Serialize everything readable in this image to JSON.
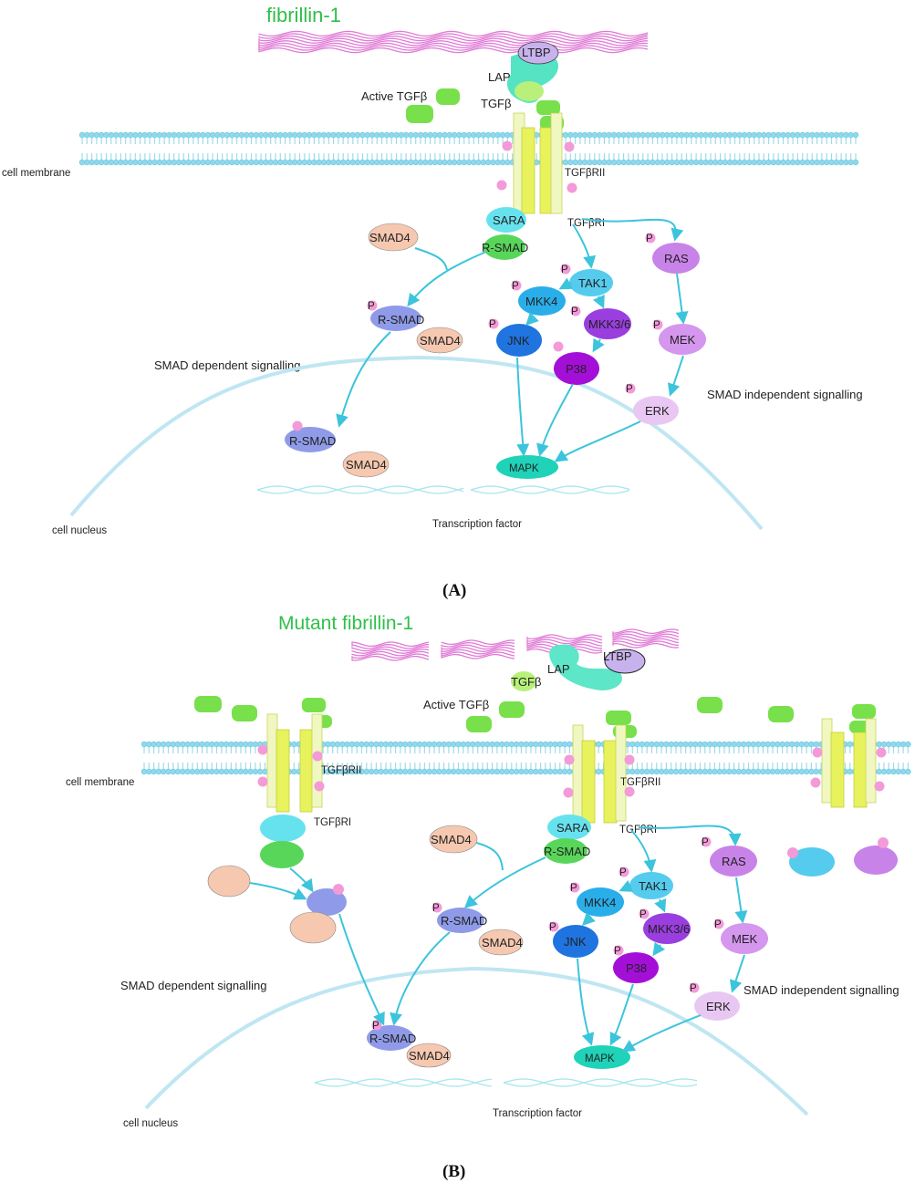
{
  "colors": {
    "membrane": "#8fd9ec",
    "arrow": "#3cc4dc",
    "fibrillin": "#e07ad6",
    "tgfb": "#7be04a",
    "receptor": "#eef57c",
    "title_green": "#2fbf4a"
  },
  "panelA": {
    "title": "fibrillin-1",
    "caption": "(A)",
    "labels": {
      "lap": "LAP",
      "ltbp": "LTBP",
      "tgfb": "TGFβ",
      "active_tgfb": "Active TGFβ",
      "cell_membrane": "cell membrane",
      "tgfbrii": "TGFβRII",
      "tgfbri": "TGFβRI",
      "sara": "SARA",
      "rsmad": "R-SMAD",
      "smad4": "SMAD4",
      "smad_dependent": "SMAD dependent signalling",
      "smad_independent": "SMAD independent signalling",
      "tak1": "TAK1",
      "mkk4": "MKK4",
      "mkk36": "MKK3/6",
      "jnk": "JNK",
      "p38": "P38",
      "ras": "RAS",
      "mek": "MEK",
      "erk": "ERK",
      "mapk": "MAPK",
      "p": "P",
      "cell_nucleus": "cell nucleus",
      "transcription_factor": "Transcription factor"
    }
  },
  "panelB": {
    "title": "Mutant fibrillin-1",
    "caption": "(B)",
    "labels": {
      "lap": "LAP",
      "ltbp": "LTBP",
      "tgfb": "TGFβ",
      "active_tgfb": "Active TGFβ",
      "cell_membrane": "cell membrane",
      "tgfbrii": "TGFβRII",
      "tgfbri": "TGFβRI",
      "sara": "SARA",
      "rsmad": "R-SMAD",
      "smad4": "SMAD4",
      "smad_dependent": "SMAD dependent signalling",
      "smad_independent": "SMAD independent signalling",
      "tak1": "TAK1",
      "mkk4": "MKK4",
      "mkk36": "MKK3/6",
      "jnk": "JNK",
      "p38": "P38",
      "ras": "RAS",
      "mek": "MEK",
      "erk": "ERK",
      "mapk": "MAPK",
      "p": "P",
      "cell_nucleus": "cell nucleus",
      "transcription_factor": "Transcription factor"
    }
  }
}
